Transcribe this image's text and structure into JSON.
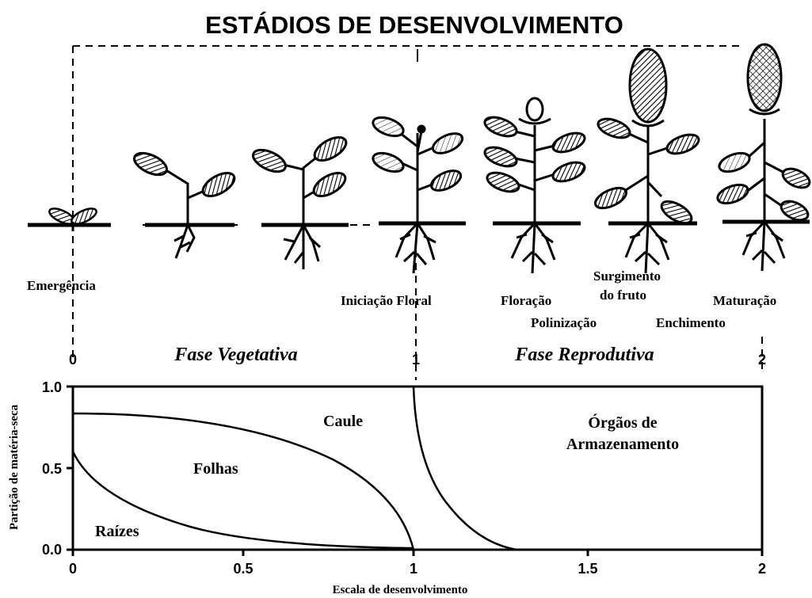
{
  "title": "ESTÁDIOS DE DESENVOLVIMENTO",
  "stages": {
    "emergence": "Emergência",
    "floral_initiation": "Iniciação Floral",
    "flowering": "Floração",
    "pollination": "Polinização",
    "fruit_emergence_line1": "Surgimento",
    "fruit_emergence_line2": "do fruto",
    "filling": "Enchimento",
    "maturation": "Maturação"
  },
  "phases": {
    "vegetative": "Fase Vegetativa",
    "reproductive": "Fase Reprodutiva"
  },
  "top_scale": {
    "start": "0",
    "mid": "1",
    "end": "2"
  },
  "regions": {
    "roots": "Raízes",
    "leaves": "Folhas",
    "stem": "Caule",
    "storage_line1": "Órgãos de",
    "storage_line2": "Armazenamento"
  },
  "y_axis_label": "Partição de matéria-seca",
  "x_axis_label": "Escala de desenvolvimento",
  "x_ticks": [
    "0",
    "0.5",
    "1",
    "1.5",
    "2"
  ],
  "y_ticks": [
    "0.0",
    "0.5",
    "1.0"
  ]
}
